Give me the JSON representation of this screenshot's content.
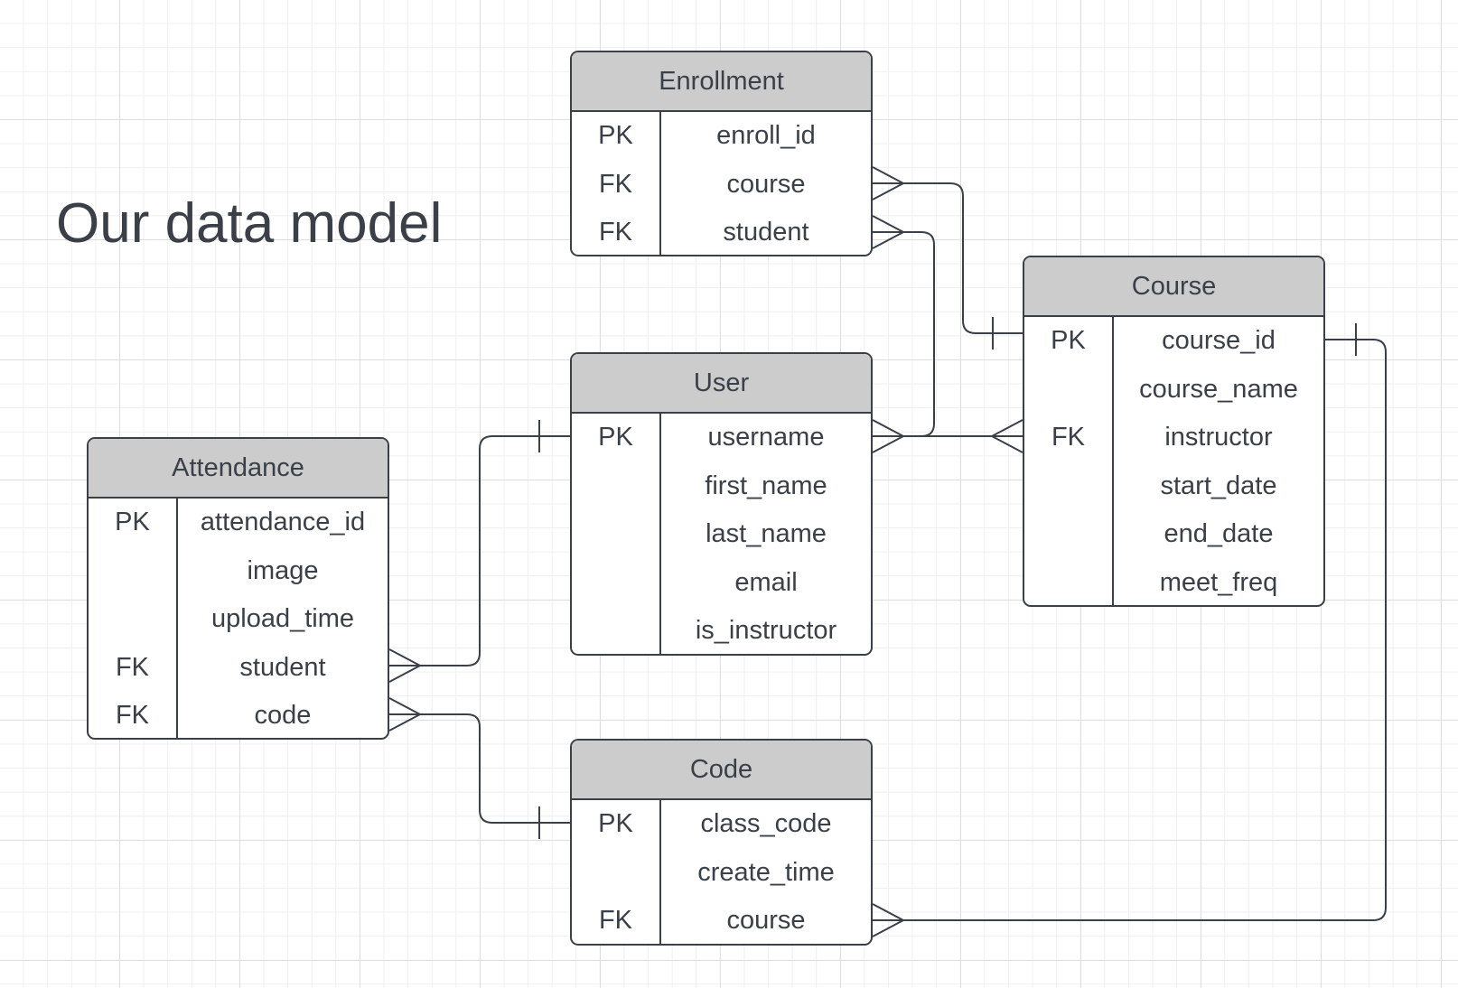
{
  "title": "Our data model",
  "colors": {
    "line": "#3a3f48",
    "header_fill": "#cccccc",
    "grid": "#dedede"
  },
  "entities": {
    "enrollment": {
      "name": "Enrollment",
      "rows": [
        {
          "key": "PK",
          "field": "enroll_id"
        },
        {
          "key": "FK",
          "field": "course"
        },
        {
          "key": "FK",
          "field": "student"
        }
      ]
    },
    "course": {
      "name": "Course",
      "rows": [
        {
          "key": "PK",
          "field": "course_id"
        },
        {
          "key": "",
          "field": "course_name"
        },
        {
          "key": "FK",
          "field": "instructor"
        },
        {
          "key": "",
          "field": "start_date"
        },
        {
          "key": "",
          "field": "end_date"
        },
        {
          "key": "",
          "field": "meet_freq"
        }
      ]
    },
    "user": {
      "name": "User",
      "rows": [
        {
          "key": "PK",
          "field": "username"
        },
        {
          "key": "",
          "field": "first_name"
        },
        {
          "key": "",
          "field": "last_name"
        },
        {
          "key": "",
          "field": "email"
        },
        {
          "key": "",
          "field": "is_instructor"
        }
      ]
    },
    "attendance": {
      "name": "Attendance",
      "rows": [
        {
          "key": "PK",
          "field": "attendance_id"
        },
        {
          "key": "",
          "field": "image"
        },
        {
          "key": "",
          "field": "upload_time"
        },
        {
          "key": "FK",
          "field": "student"
        },
        {
          "key": "FK",
          "field": "code"
        }
      ]
    },
    "code": {
      "name": "Code",
      "rows": [
        {
          "key": "PK",
          "field": "class_code"
        },
        {
          "key": "",
          "field": "create_time"
        },
        {
          "key": "FK",
          "field": "course"
        }
      ]
    }
  },
  "relationships": [
    {
      "from": "enrollment.course",
      "from_end": "many",
      "to": "course.course_id",
      "to_end": "one"
    },
    {
      "from": "enrollment.student",
      "from_end": "many",
      "to": "user.username",
      "to_end": "many"
    },
    {
      "from": "course.instructor",
      "from_end": "many",
      "to": "user.username",
      "to_end": "many"
    },
    {
      "from": "attendance.student",
      "from_end": "many",
      "to": "user.username",
      "to_end": "one"
    },
    {
      "from": "attendance.code",
      "from_end": "many",
      "to": "code.class_code",
      "to_end": "one"
    },
    {
      "from": "code.course",
      "from_end": "many",
      "to": "course.course_id",
      "to_end": "one"
    }
  ]
}
